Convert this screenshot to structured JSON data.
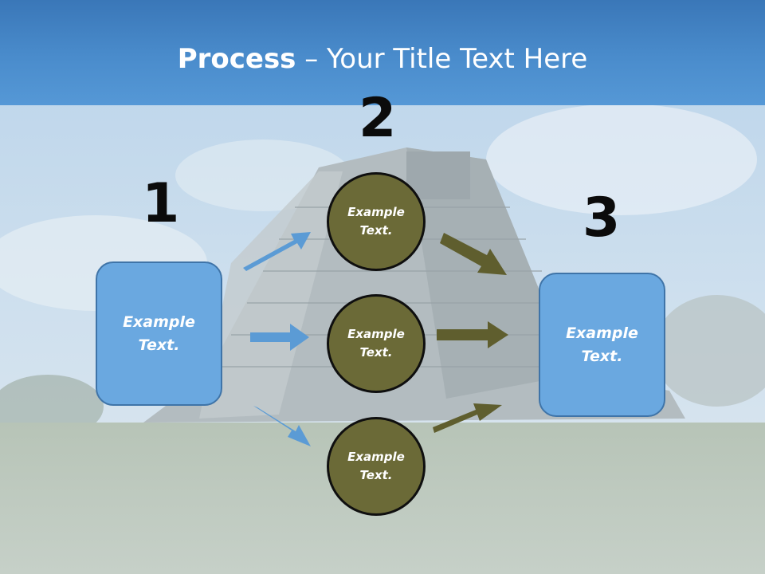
{
  "title": {
    "bold": "Process",
    "rest": " – Your Title Text Here"
  },
  "steps": [
    {
      "number": "1",
      "text": "Example\nText."
    },
    {
      "number": "2",
      "items": [
        "Example\nText.",
        "Example\nText.",
        "Example\nText."
      ]
    },
    {
      "number": "3",
      "text": "Example\nText."
    }
  ],
  "colors": {
    "title_band": "#4a8ccc",
    "box_fill": "#6aa8e0",
    "circle_fill": "#6b6a37",
    "blue_arrow": "#5b9bd5",
    "olive_arrow": "#5f5e2e"
  }
}
